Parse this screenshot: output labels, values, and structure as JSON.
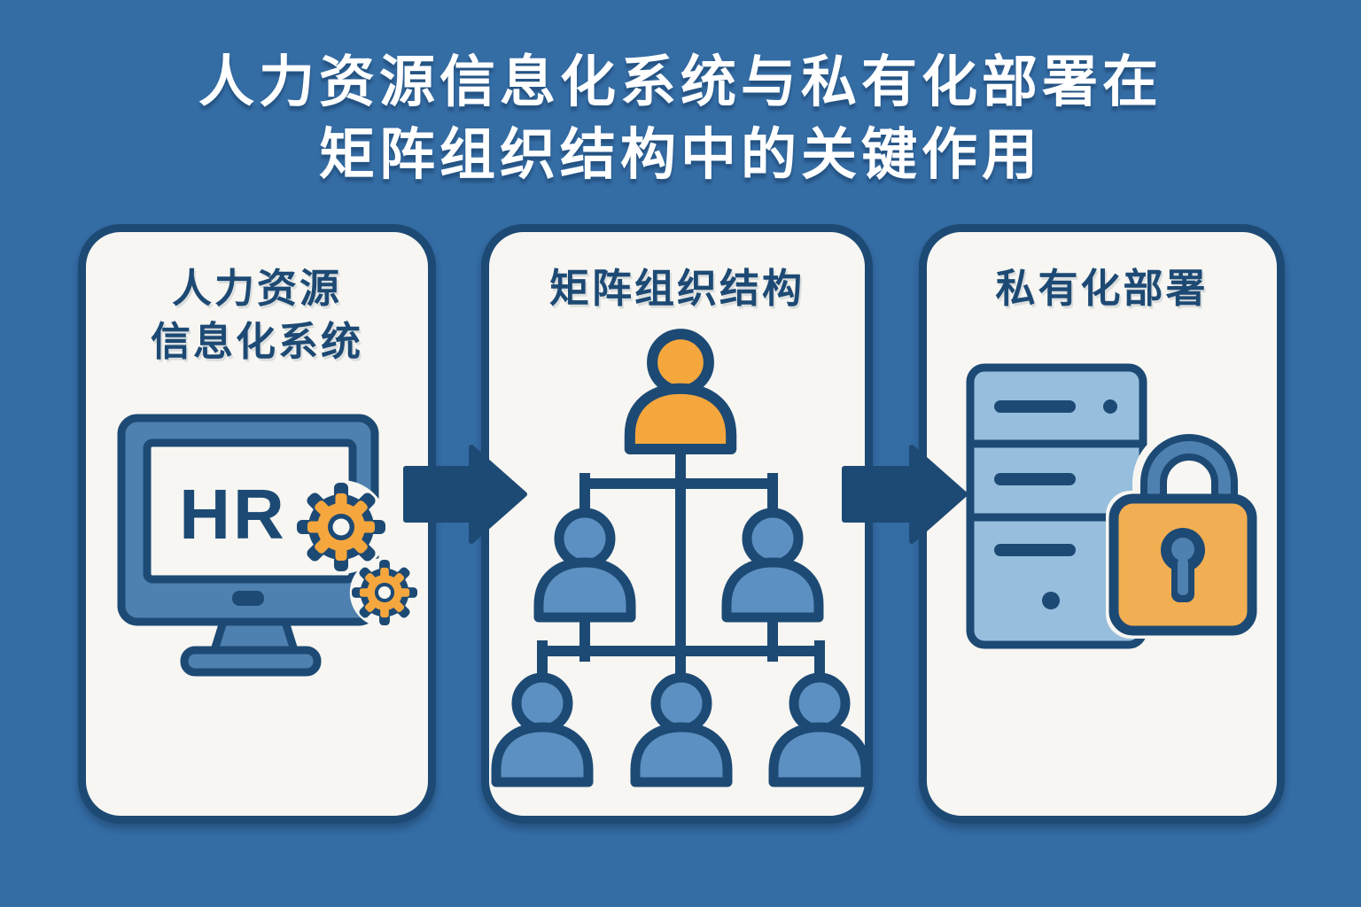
{
  "title": {
    "line1": "人力资源信息化系统与私有化部署在",
    "line2": "矩阵组织结构中的关键作用"
  },
  "cards": [
    {
      "label_line1": "人力资源",
      "label_line2": "信息化系统",
      "screen_text": "HR",
      "icon": "hr-monitor-with-gears"
    },
    {
      "label": "矩阵组织结构",
      "icon": "matrix-org-chart"
    },
    {
      "label": "私有化部署",
      "icon": "server-with-padlock"
    }
  ],
  "colors": {
    "page_background": "#346CA4",
    "navy_outline": "#1D4A74",
    "card_background": "#F7F6F2",
    "monitor_blue": "#4E80B0",
    "person_blue": "#5C90C2",
    "server_light_blue": "#97BEDD",
    "gear_orange": "#F5A73E",
    "top_person_orange": "#F5A73E",
    "lock_body_orange": "#F2AE52",
    "title_text": "#FFFFFF"
  }
}
